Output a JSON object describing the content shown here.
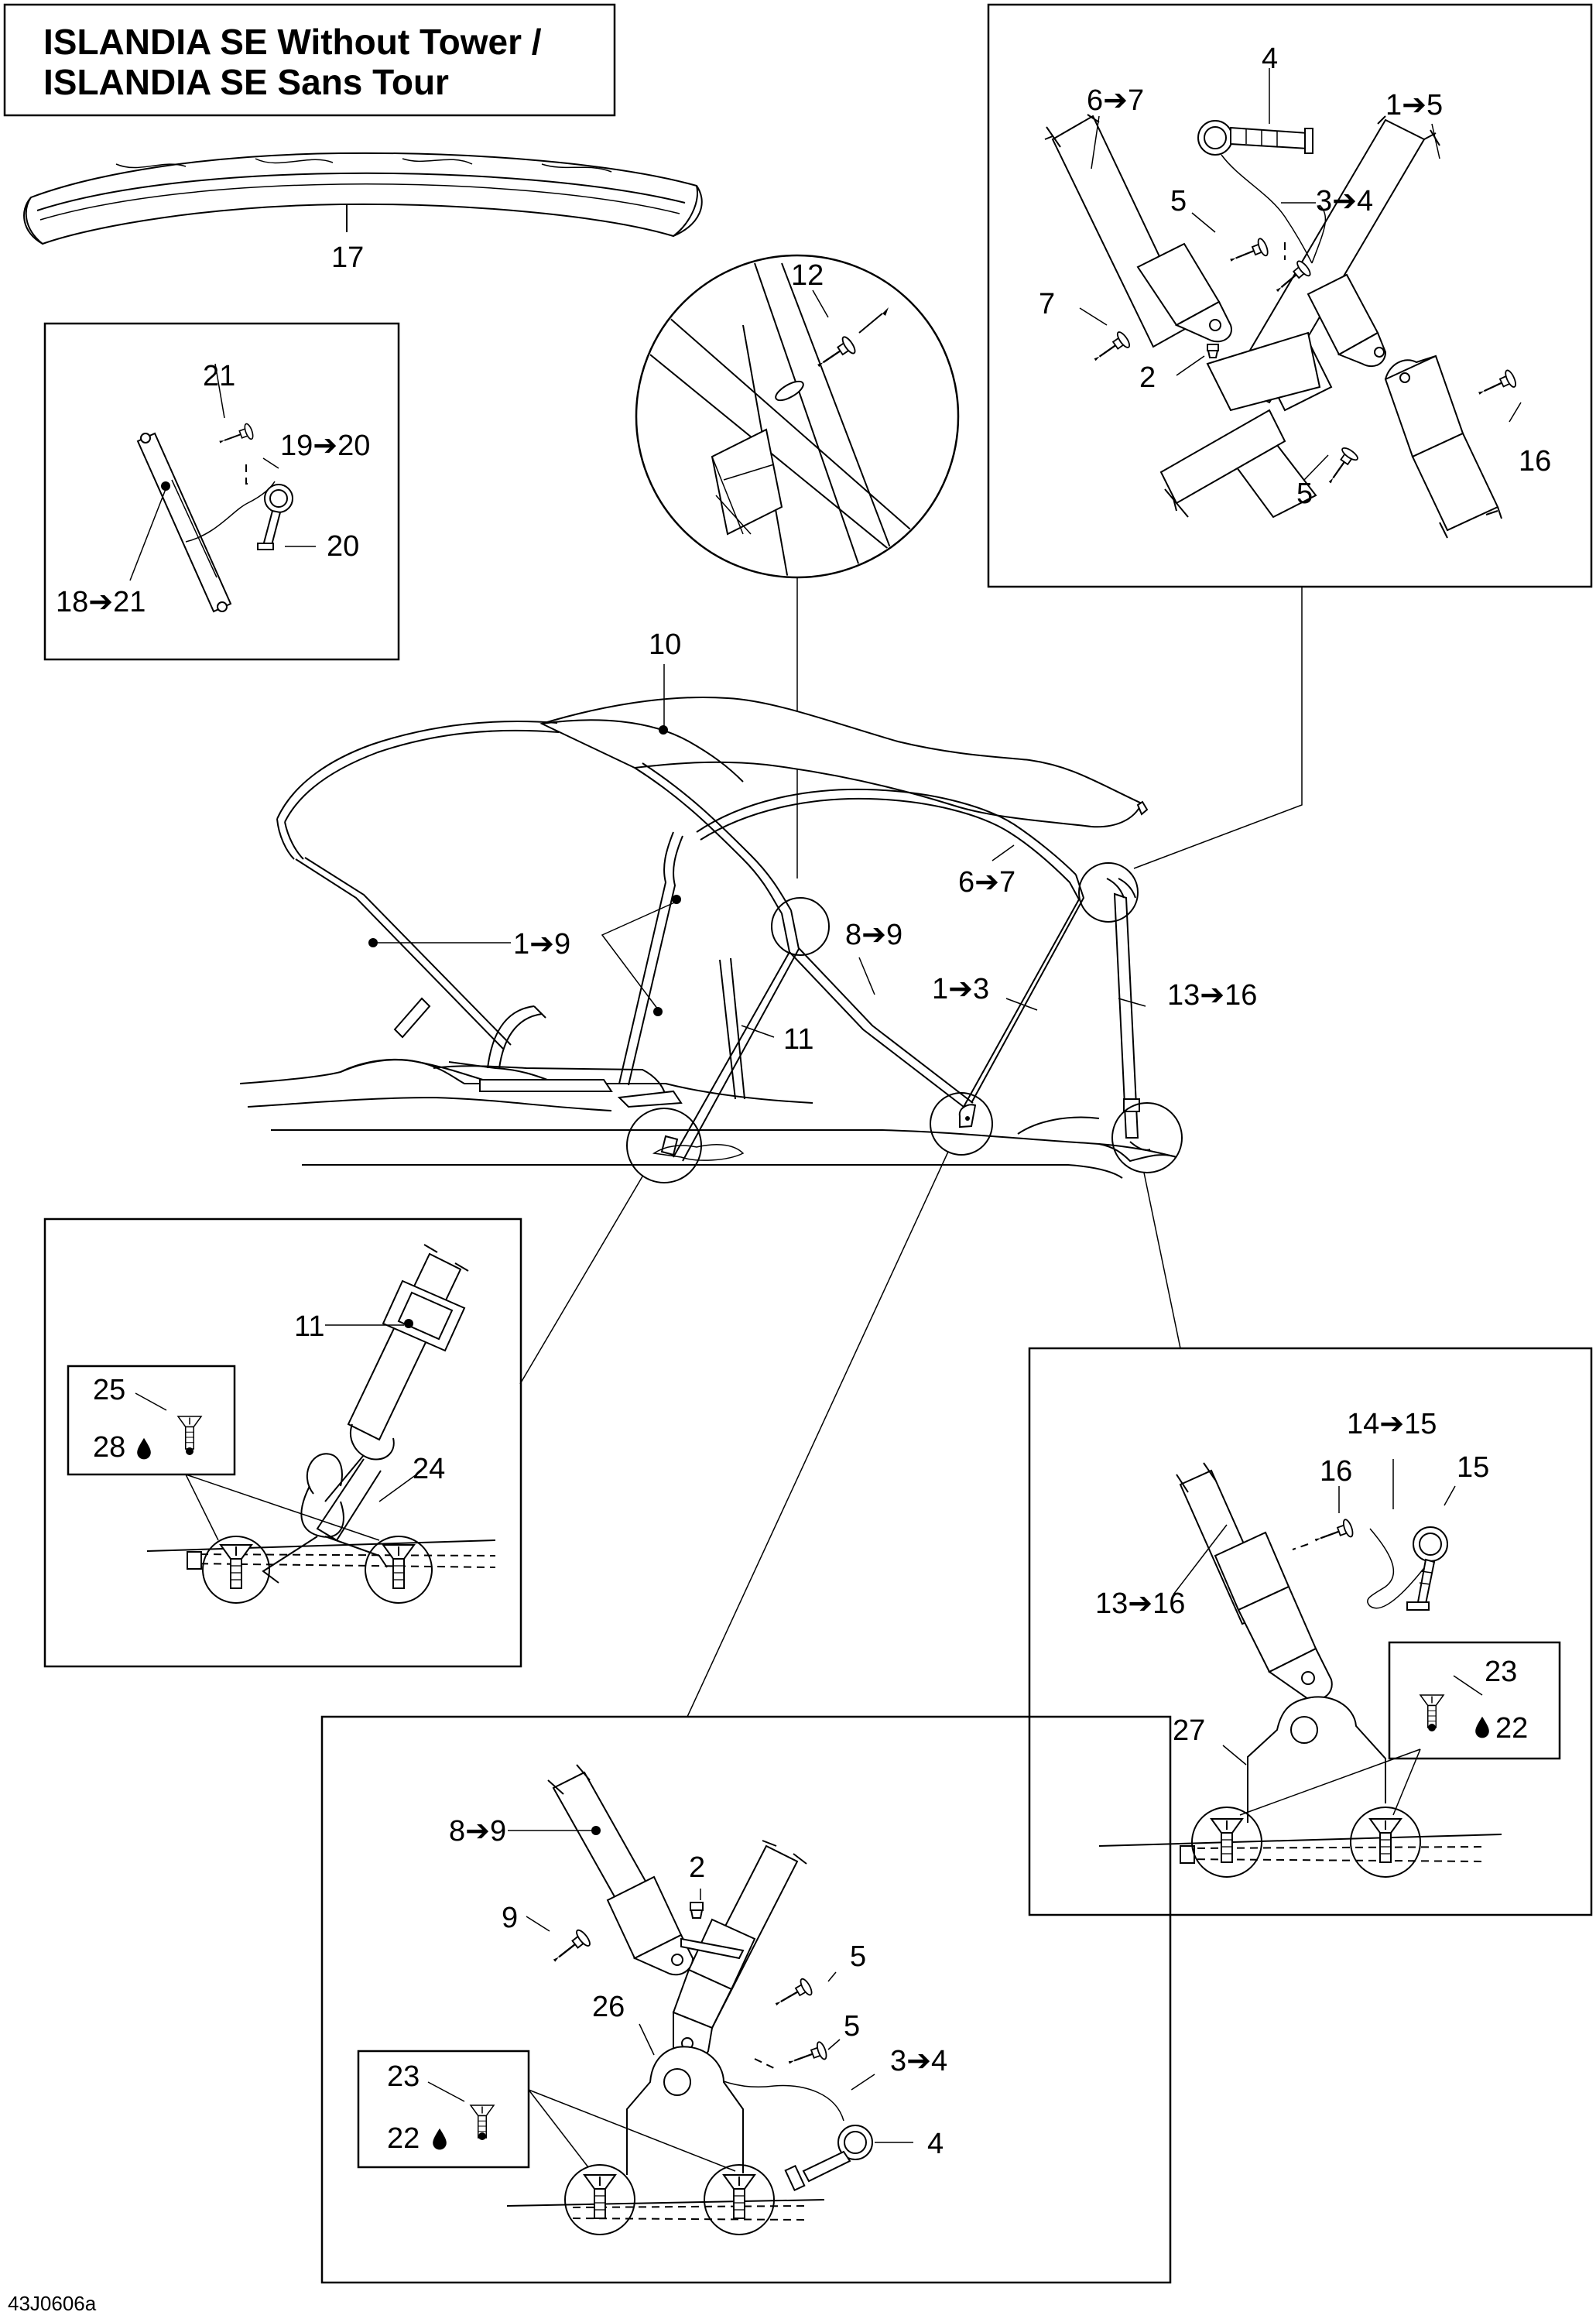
{
  "title": {
    "line1": "ISLANDIA SE Without Tower /",
    "line2": "ISLANDIA SE Sans Tour"
  },
  "reference_code": "43J0606a",
  "labels": {
    "l17": "17",
    "l21": "21",
    "l19_20": "19➔20",
    "l20": "20",
    "l18_21": "18➔21",
    "l12": "12",
    "l4_top": "4",
    "l6_7_top": "6➔7",
    "l1_5": "1➔5",
    "l5_top_a": "5",
    "l3_4_top": "3➔4",
    "l7": "7",
    "l2_top": "2",
    "l16_top": "16",
    "l5_top_b": "5",
    "l10": "10",
    "l6_7_main": "6➔7",
    "l1_9": "1➔9",
    "l8_9_main": "8➔9",
    "l1_3": "1➔3",
    "l13_16_main": "13➔16",
    "l11_main": "11",
    "l11_detail": "11",
    "l25": "25",
    "l28": "28",
    "l24": "24",
    "l14_15": "14➔15",
    "l16_right": "16",
    "l15": "15",
    "l13_16_right": "13➔16",
    "l23_right": "23",
    "l22_right": "22",
    "l27": "27",
    "l8_9_bottom": "8➔9",
    "l2_bottom": "2",
    "l9": "9",
    "l5_bottom_a": "5",
    "l26": "26",
    "l5_bottom_b": "5",
    "l3_4_bottom": "3➔4",
    "l23_bottom": "23",
    "l22_bottom": "22",
    "l4_bottom": "4"
  }
}
